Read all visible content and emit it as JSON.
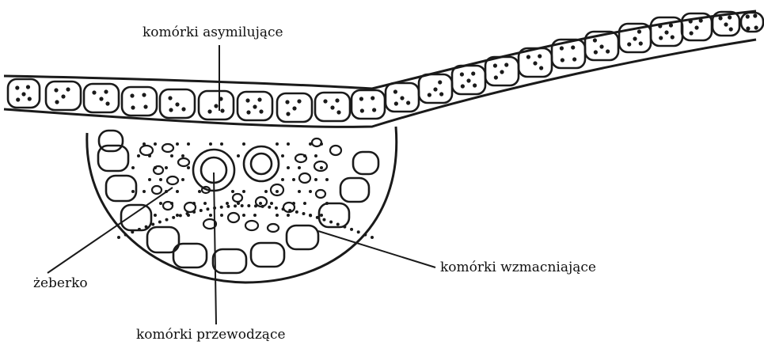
{
  "labels": {
    "assimilating_cells": "komórki asymilujące",
    "rib": "żeberko",
    "conducting_cells": "komórki przewodzące",
    "strengthening_cells": "komórki wzmacniające"
  },
  "colors": {
    "line": "#1a1a1a",
    "background": "#ffffff"
  }
}
